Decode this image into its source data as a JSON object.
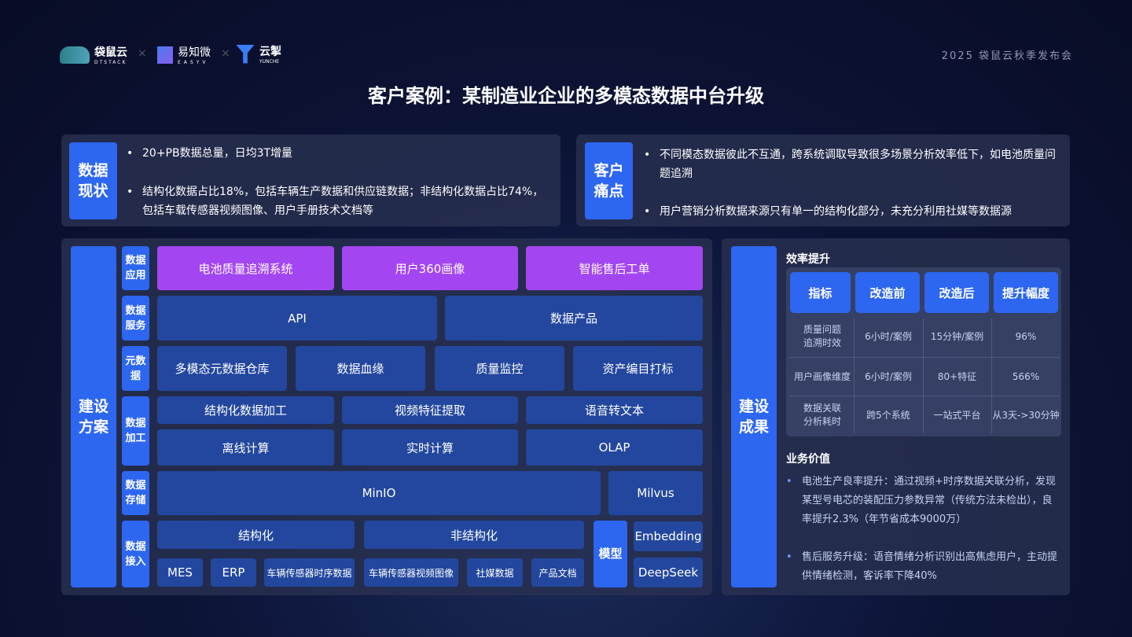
{
  "header": {
    "logos": [
      {
        "name": "袋鼠云",
        "sub": "DTSTACK"
      },
      {
        "name": "易知微",
        "sub": "EASYV"
      },
      {
        "name": "云掣",
        "sub": "YUNCHE"
      }
    ],
    "separator": "×",
    "event": "2025 袋鼠云秋季发布会",
    "title": "客户案例：某制造业企业的多模态数据中台升级"
  },
  "status": {
    "label": "数据现状",
    "bullets": [
      "20+PB数据总量，日均3T增量",
      "结构化数据占比18%，包括车辆生产数据和供应链数据；非结构化数据占比74%，包括车载传感器视频图像、用户手册技术文档等"
    ]
  },
  "pain": {
    "label": "客户痛点",
    "bullets": [
      "不同模态数据彼此不互通，跨系统调取导致很多场景分析效率低下，如电池质量问题追溯",
      "用户营销分析数据来源只有单一的结构化部分，未充分利用社媒等数据源"
    ]
  },
  "solution": {
    "label": "建设方案",
    "layers": {
      "app": "数据应用",
      "service": "数据服务",
      "meta": "元数据",
      "process": "数据加工",
      "storage": "数据存储",
      "ingest": "数据接入"
    },
    "app": [
      "电池质量追溯系统",
      "用户360画像",
      "智能售后工单"
    ],
    "service": [
      "API",
      "数据产品"
    ],
    "meta": [
      "多模态元数据仓库",
      "数据血缘",
      "质量监控",
      "资产编目打标"
    ],
    "process1": [
      "结构化数据加工",
      "视频特征提取",
      "语音转文本"
    ],
    "process2": [
      "离线计算",
      "实时计算",
      "OLAP"
    ],
    "storage": [
      "MinIO",
      "Milvus"
    ],
    "ingest": {
      "structured": "结构化",
      "unstructured": "非结构化",
      "sources": [
        "MES",
        "ERP",
        "车辆传感器时序数据",
        "车辆传感器视频图像",
        "社媒数据",
        "产品文档"
      ],
      "model": "模型",
      "models": [
        "Embedding",
        "DeepSeek"
      ]
    }
  },
  "results": {
    "label": "建设成果",
    "efficiency_title": "效率提升",
    "table": {
      "headers": [
        "指标",
        "改造前",
        "改造后",
        "提升幅度"
      ],
      "rows": [
        [
          "质量问题追溯时效",
          "6小时/案例",
          "15分钟/案例",
          "96%"
        ],
        [
          "用户画像维度",
          "6小时/案例",
          "80+特征",
          "566%"
        ],
        [
          "数据关联分析耗时",
          "跨5个系统",
          "一站式平台",
          "从3天->30分钟"
        ]
      ]
    },
    "value_title": "业务价值",
    "values": [
      "电池生产良率提升：通过视频+时序数据关联分析，发现某型号电芯的装配压力参数异常（传统方法未检出），良率提升2.3%（年节省成本9000万）",
      "售后服务升级：语音情绪分析识别出高焦虑用户，主动提供情绪检测，客诉率下降40%"
    ]
  }
}
